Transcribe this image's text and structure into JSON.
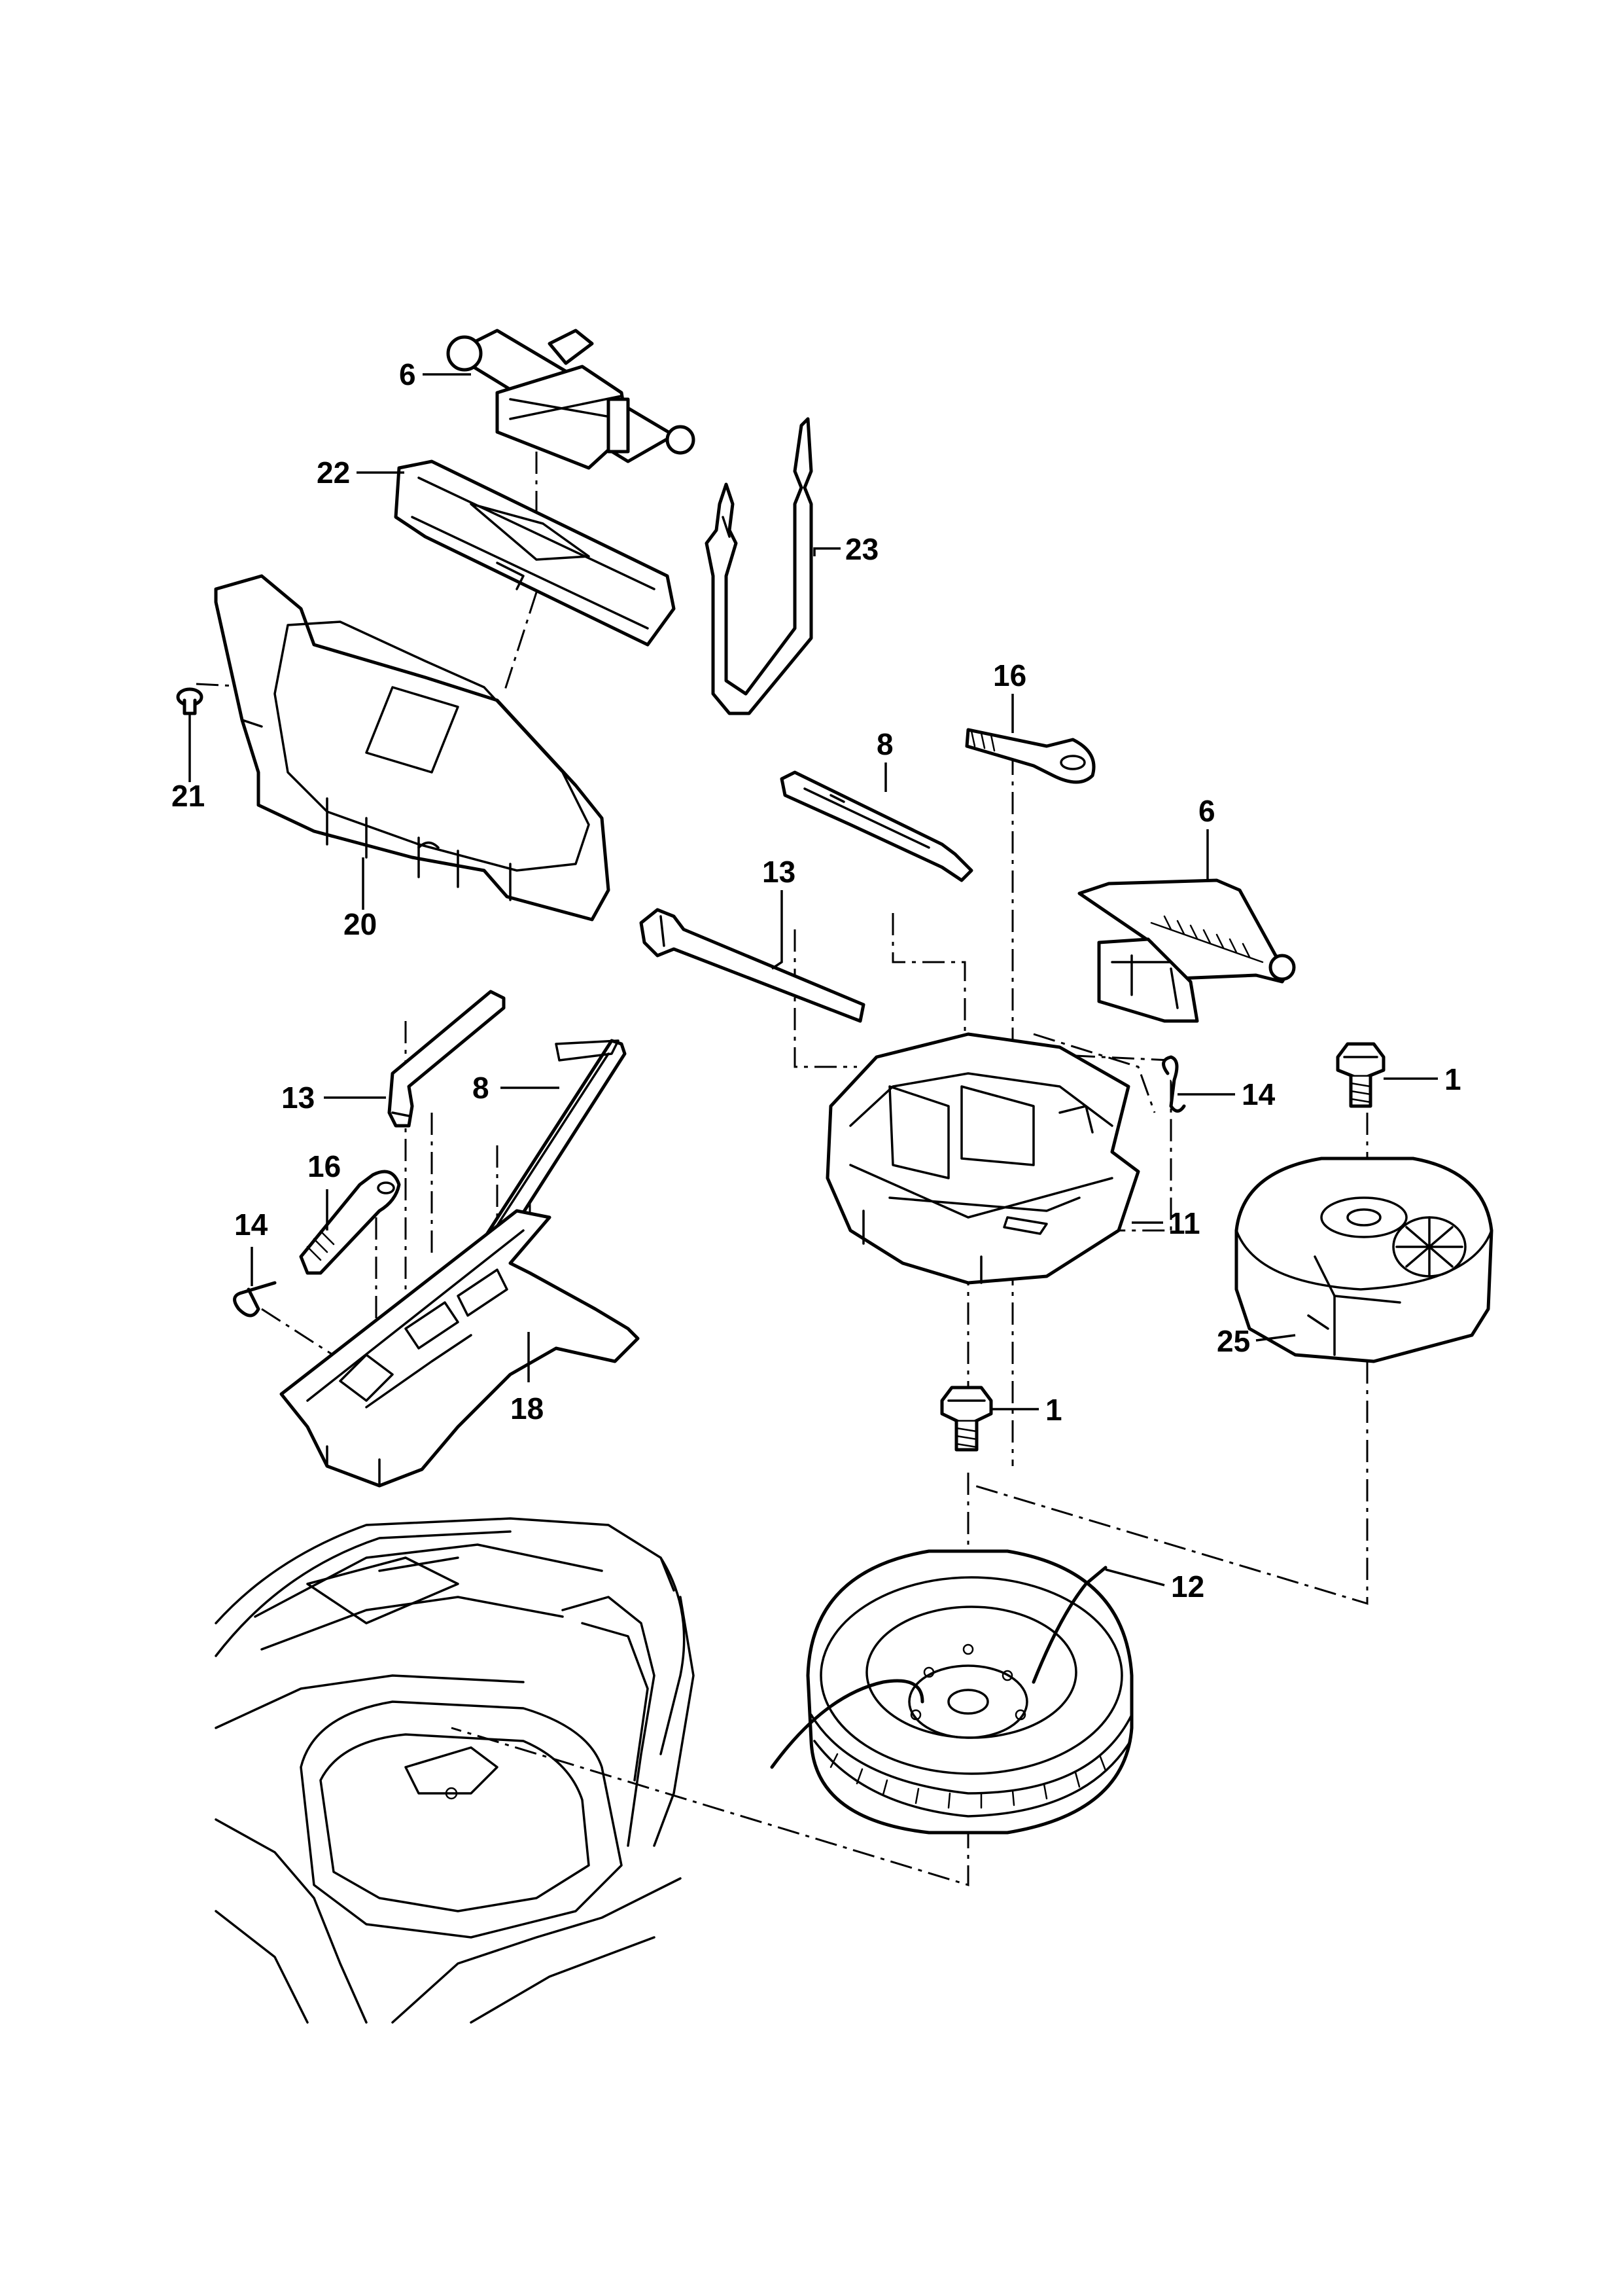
{
  "callouts": {
    "jack_top": "6",
    "jack_tray": "22",
    "wheel_bolt_wrench_bar": "23",
    "side_panel_fastener": "21",
    "side_panel": "20",
    "towing_eye_upper": "16",
    "hook_tool_upper": "8",
    "wrench_upper": "13",
    "jack_right": "6",
    "bolt_right": "1",
    "clip_upper": "14",
    "foam_tray_center": "11",
    "foam_tray_wheel": "25",
    "wrench_lower": "13",
    "hook_tool_lower": "8",
    "towing_eye_lower": "16",
    "clip_lower": "14",
    "floor_tray": "18",
    "bolt_center": "1",
    "compressor_hose": "12"
  }
}
